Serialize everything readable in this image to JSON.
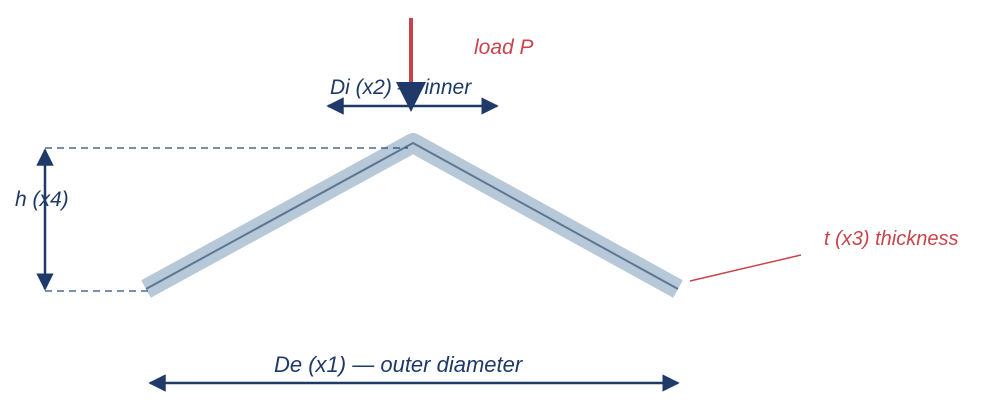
{
  "labels": {
    "load": "load P",
    "inner_diameter": "Di (x2) — inner",
    "height": "h (x4)",
    "thickness": "t (x3) thickness",
    "outer_diameter": "De (x1) — outer diameter"
  },
  "colors": {
    "navy": "#1f3a68",
    "red": "#c8444a",
    "spring_fill": "#b7c8d9",
    "spring_midline": "#5d7694",
    "dashed": "#2a4a7a"
  }
}
